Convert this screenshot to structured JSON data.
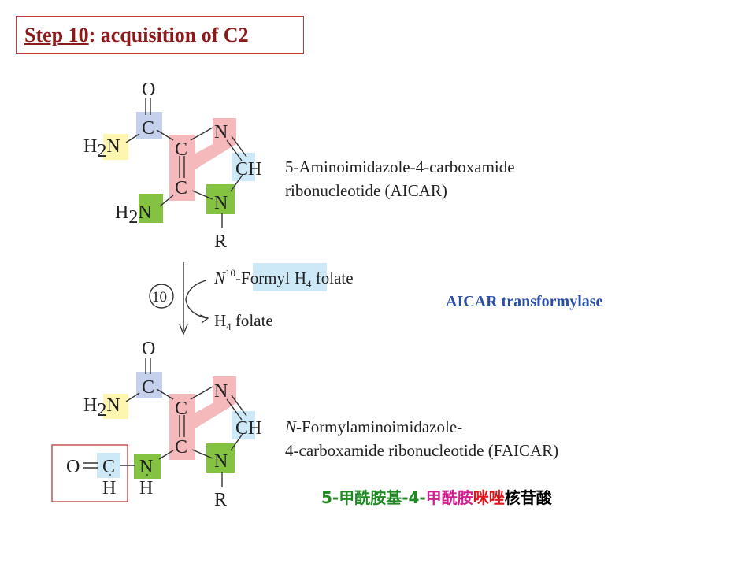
{
  "title": {
    "step": "Step 10",
    "rest": ": acquisition of C2"
  },
  "enzyme": "AICAR transformylase",
  "aicar": {
    "name_line1": "5-Aminoimidazole-4-carboxamide",
    "name_line2": "ribonucleotide (AICAR)"
  },
  "faicar": {
    "name_prefix": "N",
    "name_line1": "-Formylaminoimidazole-",
    "name_line2": "4-carboxamide ribonucleotide (FAICAR)"
  },
  "reaction": {
    "step_number": "10",
    "reactant_N": "N",
    "reactant_sup": "10",
    "reactant_formyl": "-Formyl",
    "reactant_h": "H",
    "reactant_sub": "4",
    "reactant_folate": " folate",
    "product_h": "H",
    "product_sub": "4",
    "product_folate": " folate"
  },
  "atoms": {
    "O": "O",
    "C": "C",
    "N": "N",
    "H": "H",
    "R": "R",
    "CH": "CH",
    "sub2": "2"
  },
  "chinese_name": {
    "part1": "5-甲酰胺基-4-",
    "part2": "甲酰胺",
    "part3": "咪唑",
    "part4": "核苷酸"
  },
  "colors": {
    "yellow": "#fdf5b0",
    "blue_gray": "#c5d0ec",
    "pink": "#f5b8bb",
    "light_blue": "#cde9f7",
    "green": "#84c341",
    "title_red": "#8b1a1a",
    "enzyme_blue": "#2a4ea8"
  }
}
